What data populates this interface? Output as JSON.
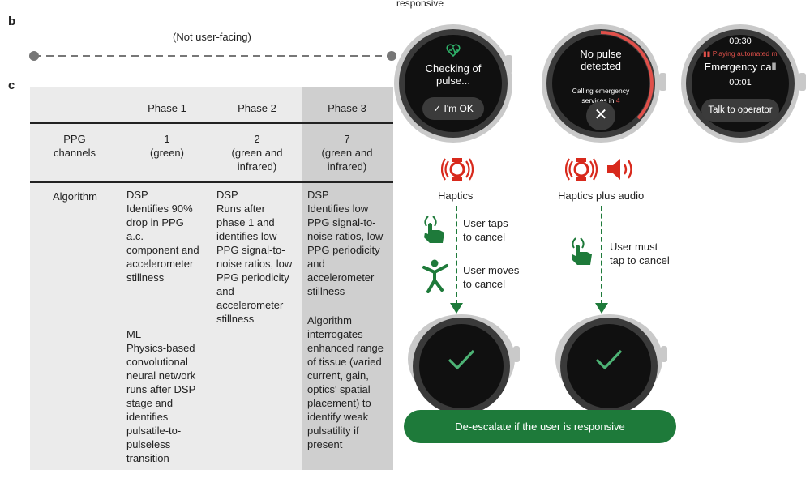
{
  "panels": {
    "b": "b",
    "c": "c"
  },
  "top_label": "responsive",
  "timeline": {
    "label": "(Not user-facing)"
  },
  "table": {
    "headers": [
      "",
      "Phase 1",
      "Phase 2",
      "Phase 3"
    ],
    "ppg_label": "PPG\nchannels",
    "ppg": [
      "1\n(green)",
      "2\n(green and\ninfrared)",
      "7\n(green and\ninfrared)"
    ],
    "algorithm_label": "Algorithm",
    "phase1_dsp": "DSP\nIdentifies 90%\ndrop in PPG\na.c.\ncomponent and\naccelerometer\nstillness",
    "phase1_ml": "ML\nPhysics-based\nconvolutional\nneural network\nruns after DSP\nstage and\nidentifies\npulsatile-to-\npulseless\ntransition",
    "phase2": "DSP\nRuns after\nphase 1 and\nidentifies low\nPPG signal-to-\nnoise ratios, low\nPPG periodicity\nand\naccelerometer\nstillness",
    "phase3_dsp": "DSP\nIdentifies low\nPPG signal-to-\nnoise ratios, low\nPPG periodicity\nand\naccelerometer\nstillness",
    "phase3_algo": "Algorithm\ninterrogates\nenhanced range\nof tissue (varied\ncurrent, gain,\noptics' spatial\nplacement) to\nidentify weak\npulsatility if\npresent"
  },
  "watch1": {
    "text": "Checking of\npulse...",
    "button": "I'm OK"
  },
  "watch2": {
    "title": "No pulse\ndetected",
    "sub_prefix": "Calling emergency\nservices in ",
    "countdown": "4"
  },
  "watch3": {
    "time": "09:30",
    "playing": "Playing automated m",
    "title": "Emergency call",
    "elapsed": "00:01",
    "button": "Talk to operator"
  },
  "flow_left": {
    "label": "Haptics",
    "step1": "User taps\nto cancel",
    "step2": "User moves\nto cancel"
  },
  "flow_right": {
    "label": "Haptics plus audio",
    "step1": "User must\ntap to cancel"
  },
  "banner": "De-escalate if the user is responsive",
  "colors": {
    "green": "#1e7a3a",
    "red": "#d8291c",
    "gray_bg": "#ebebeb",
    "phase3_bg": "#cfcfcf"
  }
}
